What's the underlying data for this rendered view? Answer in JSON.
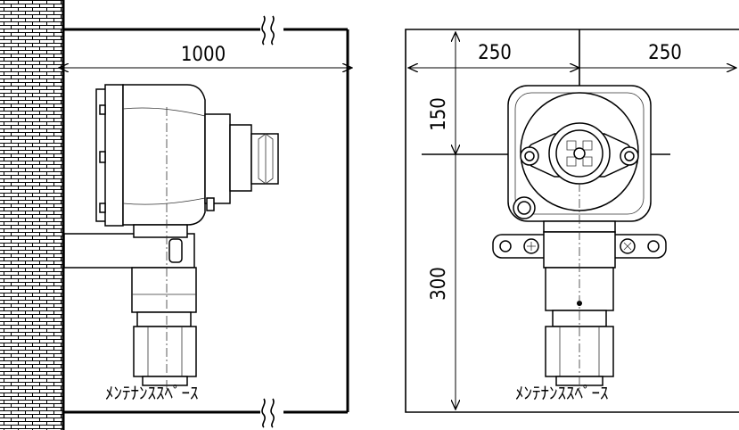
{
  "side_view": {
    "width_dim": "1000",
    "caption": "ﾒﾝﾃﾅﾝｽｽﾍﾟｰｽ"
  },
  "front_view": {
    "left_dim": "250",
    "right_dim": "250",
    "upper_dim": "150",
    "lower_dim": "300",
    "caption": "ﾒﾝﾃﾅﾝｽｽﾍﾟｰｽ"
  }
}
